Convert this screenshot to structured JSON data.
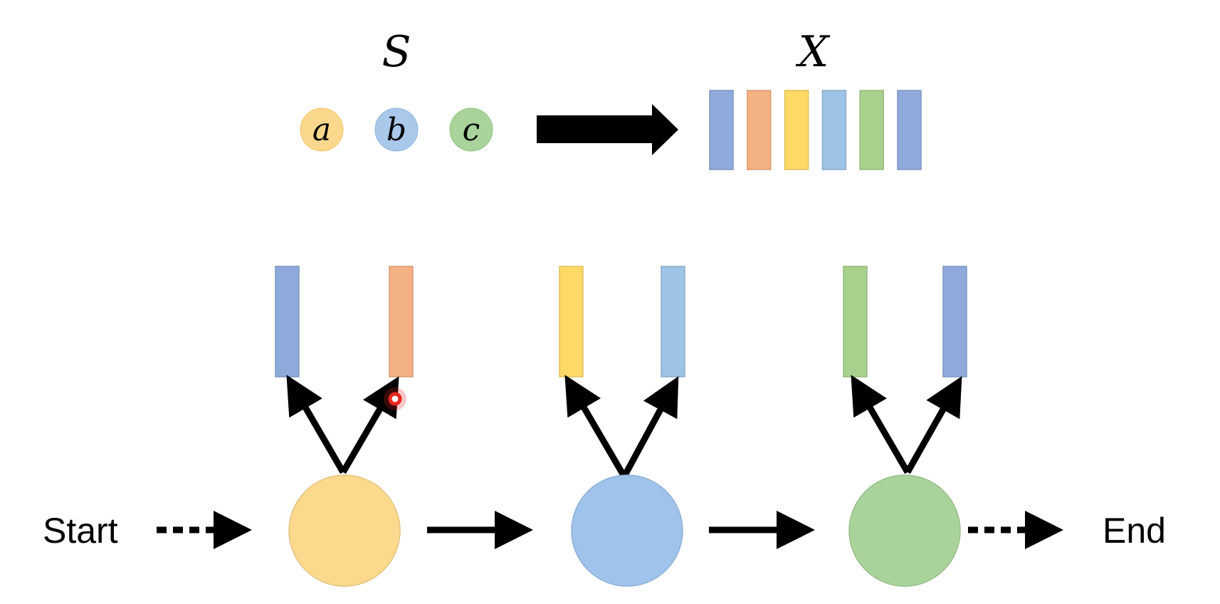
{
  "top": {
    "symbol_set_label": "S",
    "output_label": "X",
    "symbols": [
      {
        "text": "a",
        "color": "#fbd88c"
      },
      {
        "text": "b",
        "color": "#a9c8ea"
      },
      {
        "text": "c",
        "color": "#a9d39a"
      }
    ],
    "output_bars": [
      "#8eaadb",
      "#f4b183",
      "#ffd966",
      "#9dc3e6",
      "#a9d18e",
      "#8eaadb"
    ]
  },
  "states": [
    {
      "color": "#fcd98d",
      "emissions": [
        "#8eaadb",
        "#f4b183"
      ]
    },
    {
      "color": "#9fc3ea",
      "emissions": [
        "#ffd966",
        "#9dc3e6"
      ]
    },
    {
      "color": "#a9d39a",
      "emissions": [
        "#a9d18e",
        "#8eaadb"
      ]
    }
  ],
  "start_label": "Start",
  "end_label": "End",
  "colors": {
    "arrow": "#000000",
    "pointer": "#e8251c"
  }
}
